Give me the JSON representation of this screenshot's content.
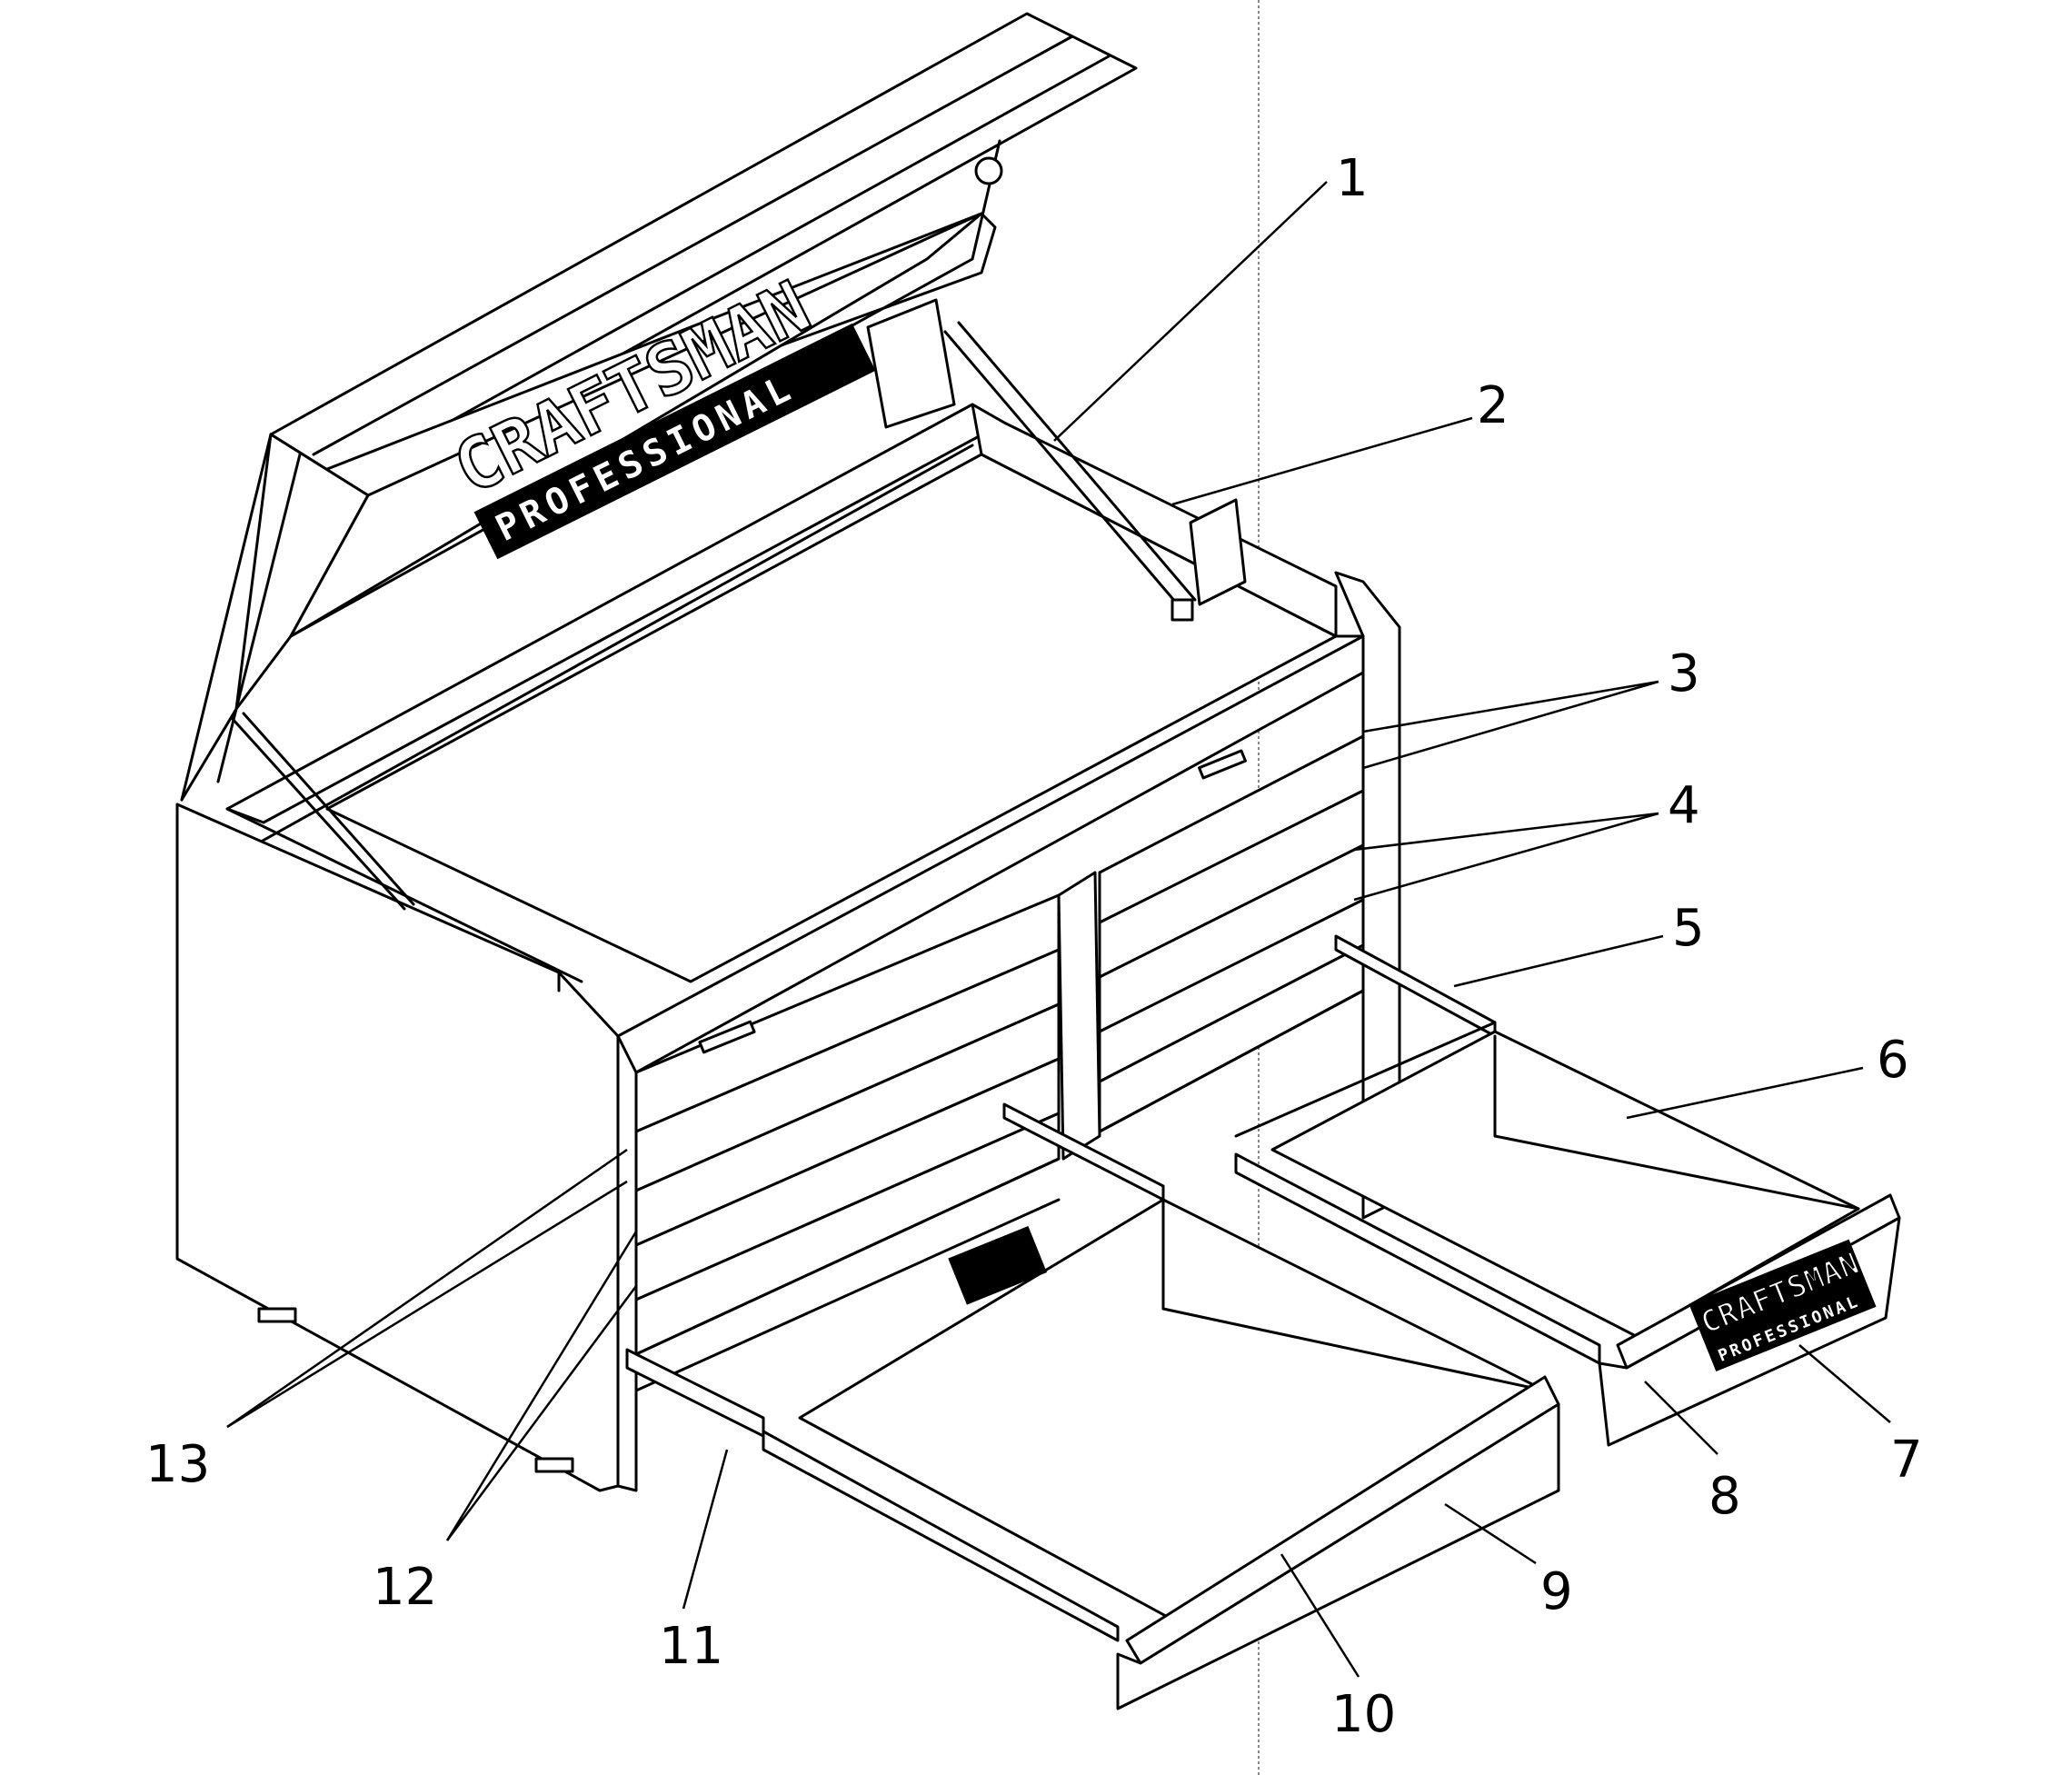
{
  "diagram": {
    "brand": {
      "name": "CRAFTSMAN",
      "line": "PROFESSIONAL"
    },
    "callouts": [
      "1",
      "2",
      "3",
      "4",
      "5",
      "6",
      "7",
      "8",
      "9",
      "10",
      "11",
      "12",
      "13"
    ]
  }
}
